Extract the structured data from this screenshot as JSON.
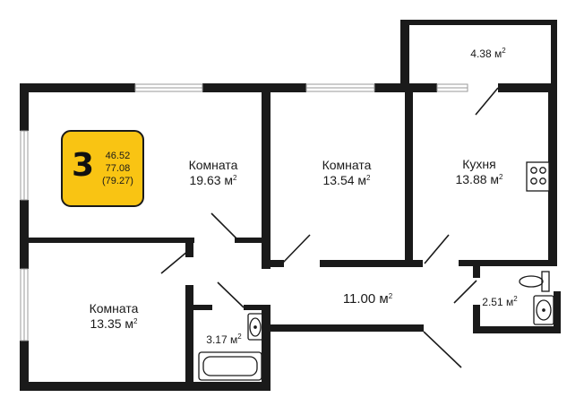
{
  "apartment": {
    "rooms_count": "3",
    "living_area": "46.52",
    "total_area": "77.08",
    "total_area_with_balcony": "(79.27)",
    "badge_color": "#f9c413"
  },
  "rooms": {
    "room_top_left": {
      "name": "Комната",
      "area": "19.63 м",
      "unit_sup": "2"
    },
    "room_middle": {
      "name": "Комната",
      "area": "13.54 м",
      "unit_sup": "2"
    },
    "kitchen": {
      "name": "Кухня",
      "area": "13.88 м",
      "unit_sup": "2"
    },
    "room_bottom_left": {
      "name": "Комната",
      "area": "13.35 м",
      "unit_sup": "2"
    },
    "balcony": {
      "area": "4.38 м",
      "unit_sup": "2"
    },
    "hallway": {
      "area": "11.00 м",
      "unit_sup": "2"
    },
    "bathroom": {
      "area": "3.17 м",
      "unit_sup": "2"
    },
    "toilet": {
      "area": "2.51 м",
      "unit_sup": "2"
    }
  },
  "icons": [
    "stove-icon",
    "bathtub-icon",
    "sink-icon",
    "toilet-icon"
  ],
  "colors": {
    "wall": "#1a1a1a",
    "window": "#9a9a9a",
    "badge": "#f9c413"
  }
}
